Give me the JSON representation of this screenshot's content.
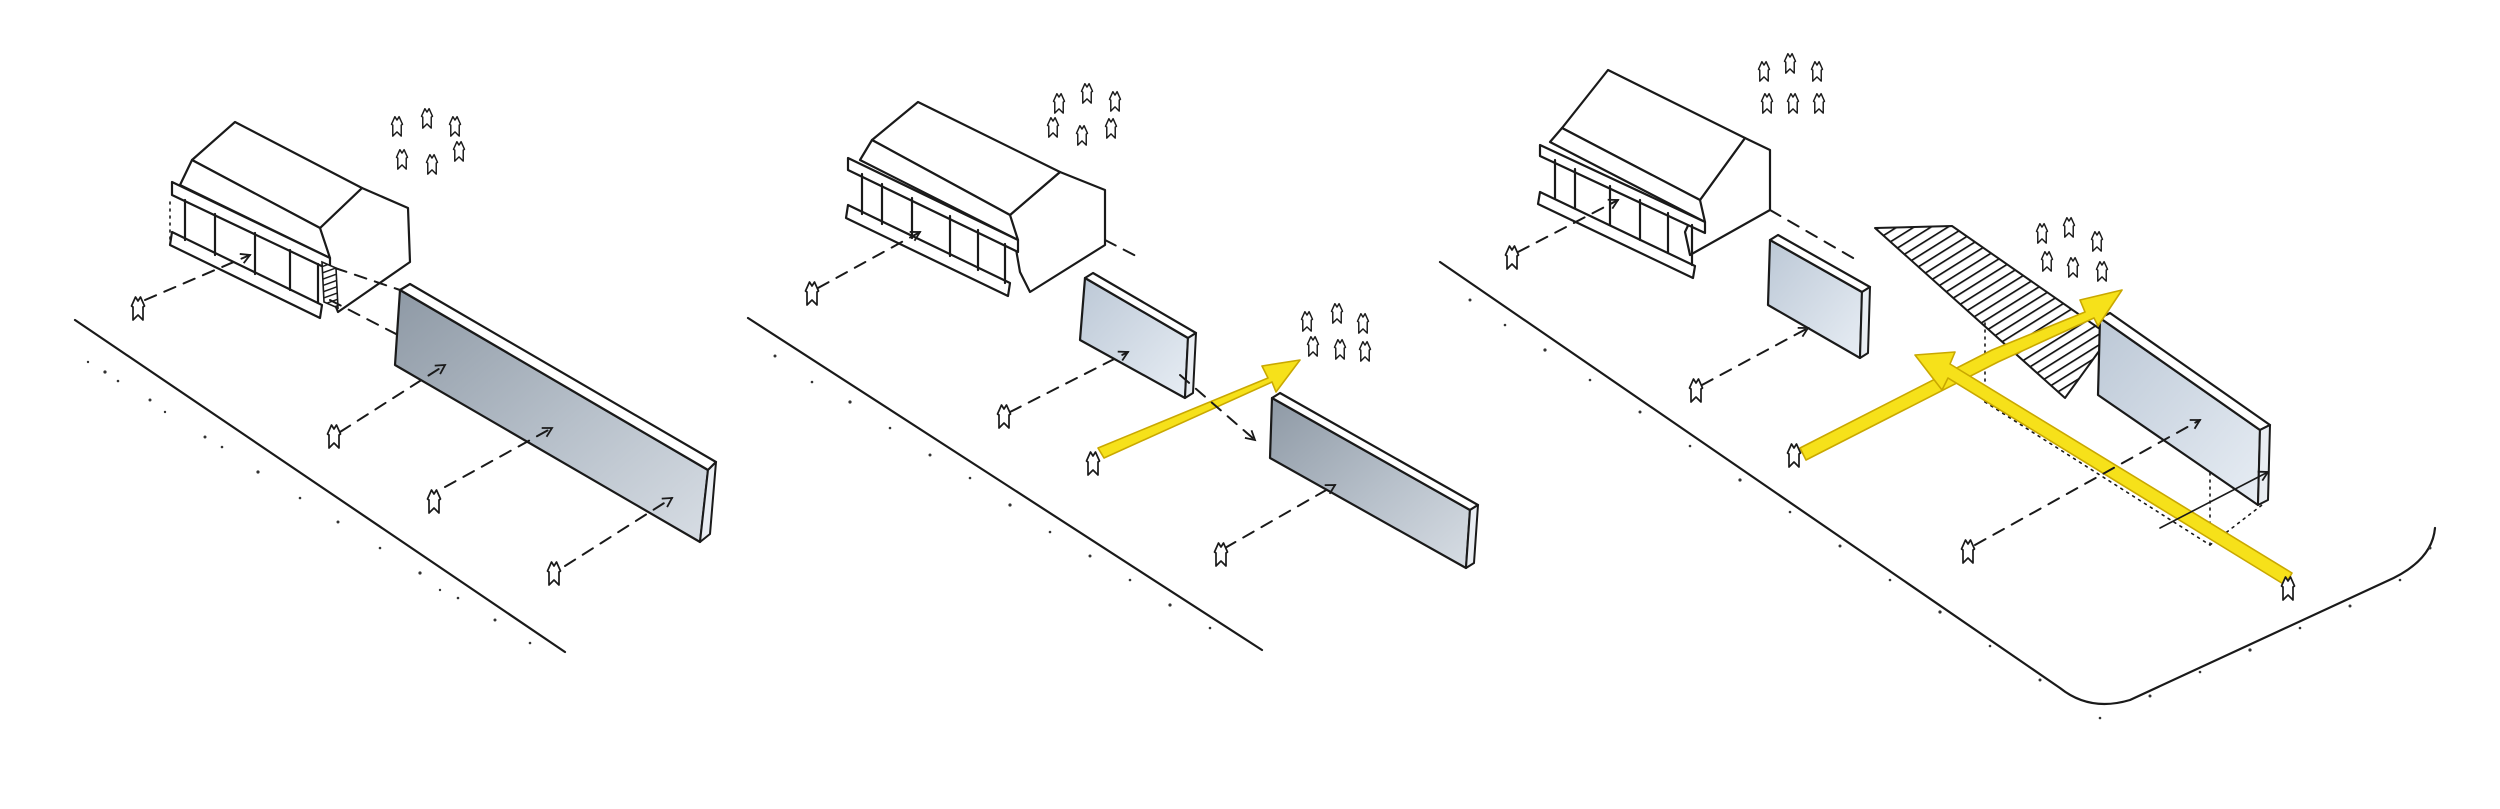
{
  "figure": {
    "panels": [
      {
        "id": "panel-1",
        "has_flow_arrow": false,
        "has_pergola": false
      },
      {
        "id": "panel-2",
        "has_flow_arrow": true,
        "has_pergola": false
      },
      {
        "id": "panel-3",
        "has_flow_arrow": true,
        "has_pergola": true
      }
    ]
  },
  "colors": {
    "ink": "#1a1a1a",
    "wall_shade": "#b9c2cc",
    "wall_shade_light": "#dfe6ee",
    "flow_arrow": "#f6e11a",
    "flow_arrow_edge": "#c9a800",
    "background": "#ffffff"
  },
  "icons": {
    "person": "person-icon",
    "flow": "yellow-arrow-icon",
    "sightline": "dashed-arrow-icon"
  }
}
